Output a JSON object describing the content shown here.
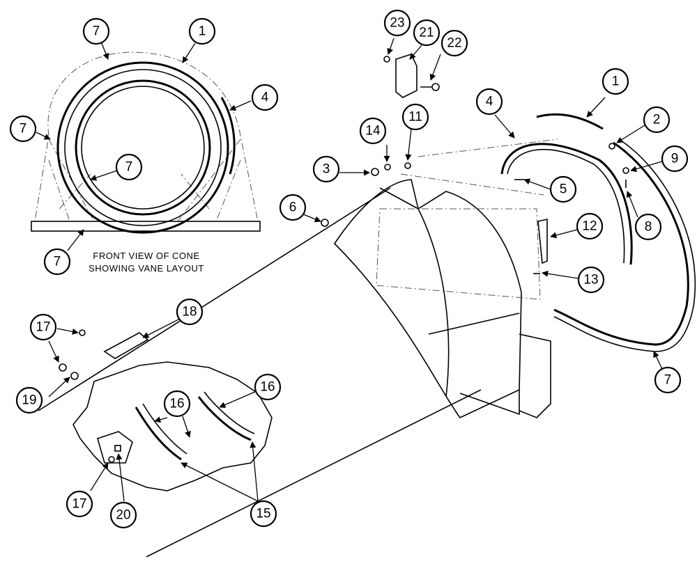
{
  "caption": {
    "line1": "FRONT VIEW OF CONE",
    "line2": "SHOWING VANE LAYOUT"
  },
  "callouts": [
    {
      "id": "c7a",
      "label": "7"
    },
    {
      "id": "c1a",
      "label": "1"
    },
    {
      "id": "c4a",
      "label": "4"
    },
    {
      "id": "c7b",
      "label": "7"
    },
    {
      "id": "c7c",
      "label": "7"
    },
    {
      "id": "c7d",
      "label": "7"
    },
    {
      "id": "c23",
      "label": "23"
    },
    {
      "id": "c21",
      "label": "21"
    },
    {
      "id": "c22",
      "label": "22"
    },
    {
      "id": "c1b",
      "label": "1"
    },
    {
      "id": "c4b",
      "label": "4"
    },
    {
      "id": "c2",
      "label": "2"
    },
    {
      "id": "c14",
      "label": "14"
    },
    {
      "id": "c11",
      "label": "11"
    },
    {
      "id": "c3",
      "label": "3"
    },
    {
      "id": "c9",
      "label": "9"
    },
    {
      "id": "c5",
      "label": "5"
    },
    {
      "id": "c8",
      "label": "8"
    },
    {
      "id": "c6",
      "label": "6"
    },
    {
      "id": "c12",
      "label": "12"
    },
    {
      "id": "c13",
      "label": "13"
    },
    {
      "id": "c7e",
      "label": "7"
    },
    {
      "id": "c18",
      "label": "18"
    },
    {
      "id": "c17a",
      "label": "17"
    },
    {
      "id": "c19",
      "label": "19"
    },
    {
      "id": "c16a",
      "label": "16"
    },
    {
      "id": "c16b",
      "label": "16"
    },
    {
      "id": "c17b",
      "label": "17"
    },
    {
      "id": "c20",
      "label": "20"
    },
    {
      "id": "c15",
      "label": "15"
    }
  ]
}
